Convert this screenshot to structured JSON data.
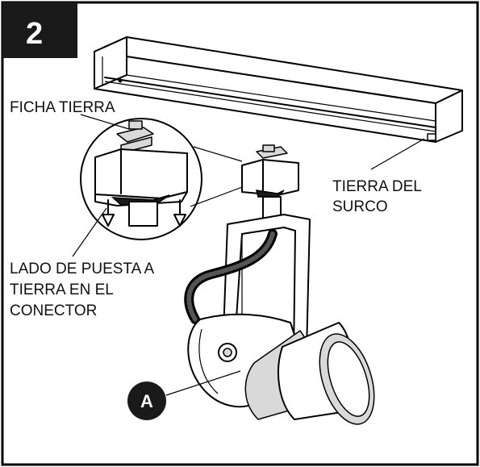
{
  "figure": {
    "step_number": "2",
    "labels": {
      "ground_tab": "FICHA TIERRA",
      "track_ground": [
        "TIERRA DEL",
        "SURCO"
      ],
      "connector_ground_side": [
        "LADO DE PUESTA A",
        "TIERRA EN EL",
        "CONECTOR"
      ]
    },
    "callout_badge": "A",
    "colors": {
      "ink": "#000000",
      "paper": "#ffffff",
      "shade": "#d9d9d9",
      "badge": "#1a1a1a"
    }
  }
}
